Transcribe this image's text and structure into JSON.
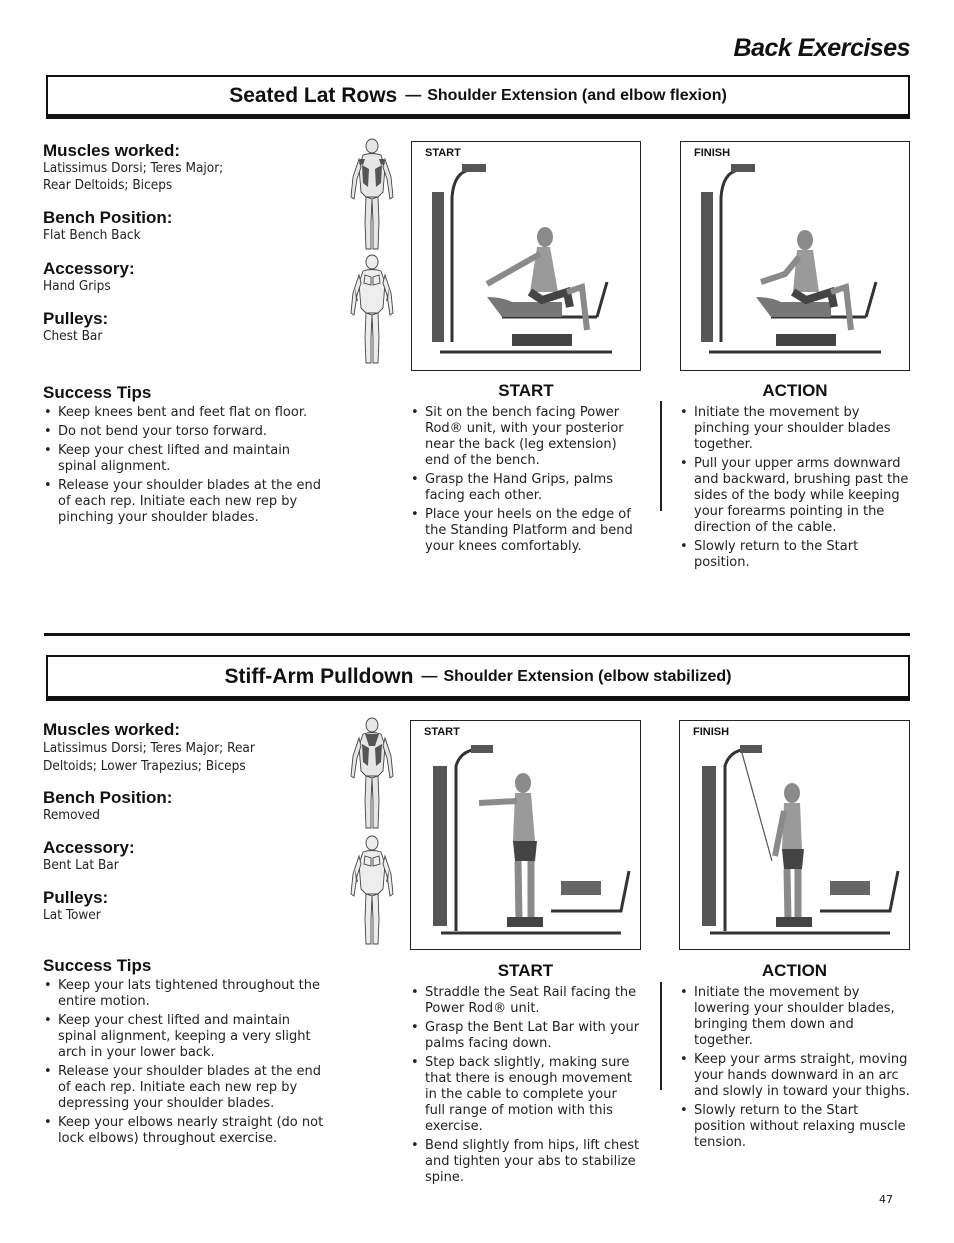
{
  "page": {
    "title": "Back Exercises",
    "number": "47"
  },
  "sections": [
    {
      "name": "Seated Lat Rows",
      "dash": "—",
      "subtitle": "Shoulder Extension (and elbow flexion)",
      "muscles_label": "Muscles worked:",
      "muscles": "Latissimus Dorsi; Teres Major; Rear Deltoids; Biceps",
      "bench_label": "Bench Position:",
      "bench": "Flat Bench Back",
      "accessory_label": "Accessory:",
      "accessory": "Hand Grips",
      "pulleys_label": "Pulleys:",
      "pulleys": "Chest Bar",
      "start_photo_label": "START",
      "finish_photo_label": "FINISH",
      "tips_title": "Success Tips",
      "tips": [
        "Keep knees bent and feet flat on floor.",
        "Do not bend your torso forward.",
        "Keep your chest lifted and maintain spinal alignment.",
        "Release your shoulder blades at the end of each rep. Initiate each new rep by pinching your shoulder blades."
      ],
      "start_title": "START",
      "start": [
        "Sit on the bench facing Power Rod® unit, with your posterior near the back (leg extension) end of the bench.",
        "Grasp the Hand Grips, palms facing each other.",
        "Place your heels on the edge of the Standing Platform and bend your knees comfortably."
      ],
      "action_title": "ACTION",
      "action": [
        "Initiate the movement by pinching your shoulder blades together.",
        "Pull your upper arms downward and backward, brushing past the sides of the body while keeping your forearms pointing in the direction of the cable.",
        "Slowly return to the Start position."
      ]
    },
    {
      "name": "Stiff-Arm Pulldown",
      "dash": "—",
      "subtitle": "Shoulder Extension (elbow stabilized)",
      "muscles_label": "Muscles worked:",
      "muscles": "Latissimus Dorsi; Teres Major; Rear Deltoids; Lower Trapezius; Biceps",
      "bench_label": "Bench Position:",
      "bench": "Removed",
      "accessory_label": "Accessory:",
      "accessory": "Bent Lat Bar",
      "pulleys_label": "Pulleys:",
      "pulleys": "Lat Tower",
      "start_photo_label": "START",
      "finish_photo_label": "FINISH",
      "tips_title": "Success Tips",
      "tips": [
        "Keep your lats tightened throughout the entire motion.",
        "Keep your chest lifted and maintain spinal alignment, keeping a very slight arch in your lower back.",
        "Release your shoulder blades at the end of each rep. Initiate each new rep by depressing your shoulder blades.",
        "Keep your elbows nearly straight (do not lock elbows) throughout exercise."
      ],
      "start_title": "START",
      "start": [
        "Straddle the Seat Rail facing the Power Rod® unit.",
        "Grasp the Bent Lat Bar with your palms facing down.",
        "Step back slightly, making sure that there is enough movement in the cable to complete your full range of motion with this exercise.",
        "Bend slightly from hips, lift chest and tighten your abs to stabilize spine."
      ],
      "action_title": "ACTION",
      "action": [
        "Initiate the movement by lowering your shoulder blades, bringing them down and together.",
        "Keep your arms straight, moving your hands downward in an arc and slowly in toward your thighs.",
        "Slowly return to the Start position without relaxing muscle tension."
      ]
    }
  ]
}
